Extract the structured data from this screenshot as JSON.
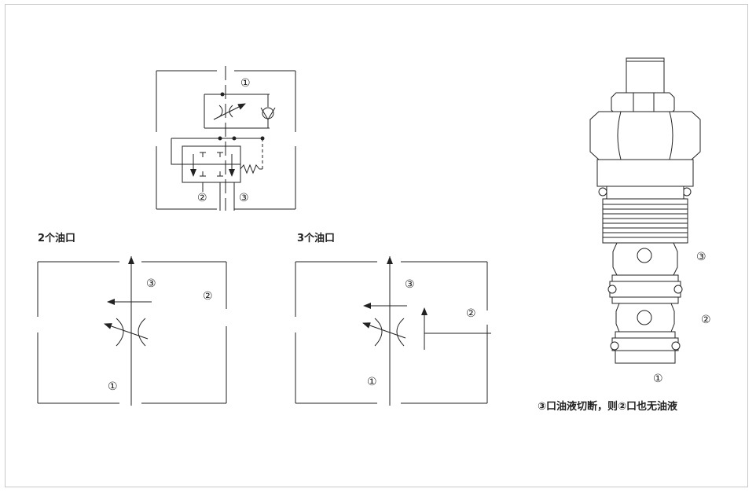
{
  "panels": {
    "two_port": {
      "title": "2个油口",
      "port3": "③",
      "port2": "②",
      "port1": "①"
    },
    "three_port": {
      "title": "3个油口",
      "port3": "③",
      "port2": "②",
      "port1": "①"
    }
  },
  "schematic": {
    "port1": "①",
    "port2": "②",
    "port3": "③"
  },
  "valve": {
    "port3": "③",
    "port2": "②",
    "port1": "①",
    "caption": "③口油液切断，则②口也无油液"
  }
}
